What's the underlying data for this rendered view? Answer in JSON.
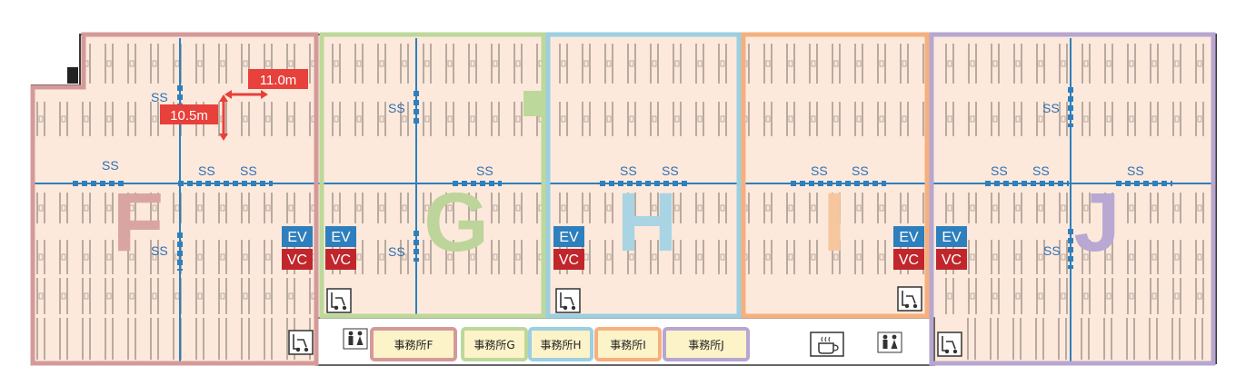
{
  "zones": [
    {
      "letter": "F",
      "color": "#d49a9a",
      "letter_color": "#d9a5a2"
    },
    {
      "letter": "G",
      "color": "#bcd89a",
      "letter_color": "#bdd59a"
    },
    {
      "letter": "H",
      "color": "#9ccfe0",
      "letter_color": "#a9d4e3"
    },
    {
      "letter": "I",
      "color": "#f5b07e",
      "letter_color": "#f6c79e"
    },
    {
      "letter": "J",
      "color": "#b7a6cf",
      "letter_color": "#b9a8d2"
    }
  ],
  "ss_label": "SS",
  "ev_label": "EV",
  "vc_label": "VC",
  "ev_color": "#2e7fbd",
  "vc_color": "#c0262c",
  "dimensions": {
    "horizontal": "11.0m",
    "vertical": "10.5m",
    "color": "#e8403a"
  },
  "offices": [
    {
      "label": "事務所F",
      "color": "#d49a9a"
    },
    {
      "label": "事務所G",
      "color": "#bcd89a"
    },
    {
      "label": "事務所H",
      "color": "#9ccfe0"
    },
    {
      "label": "事務所I",
      "color": "#f5b07e"
    },
    {
      "label": "事務所J",
      "color": "#b7a6cf"
    }
  ],
  "icons": {
    "forklift": "forklift-icon",
    "restroom": "restroom-icon",
    "cafe": "coffee-cup-icon"
  },
  "colors": {
    "floor": "#fde9db",
    "corridor": "#2e7fbd",
    "rack": "#b9aaa0",
    "wall": "#444444"
  }
}
